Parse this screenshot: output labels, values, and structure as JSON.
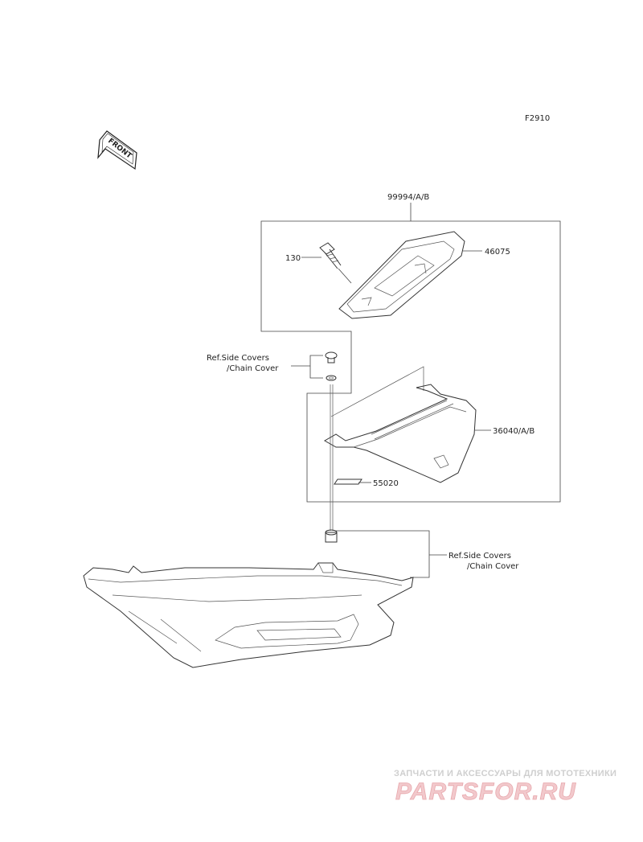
{
  "figure_code": "F2910",
  "front_arrow_label": "FRONT",
  "callouts": {
    "kit": "99994/A/B",
    "bolt": "130",
    "cover_small": "46075",
    "cover_main": "36040/A/B",
    "pad": "55020",
    "ref_upper_line1": "Ref.Side Covers",
    "ref_upper_line2": "/Chain Cover",
    "ref_lower_line1": "Ref.Side Covers",
    "ref_lower_line2": "/Chain Cover"
  },
  "watermark": {
    "tagline": "ЗАПЧАСТИ И АКСЕССУАРЫ ДЛЯ МОТОТЕХНИКИ",
    "logo": "PARTSFOR.RU"
  }
}
